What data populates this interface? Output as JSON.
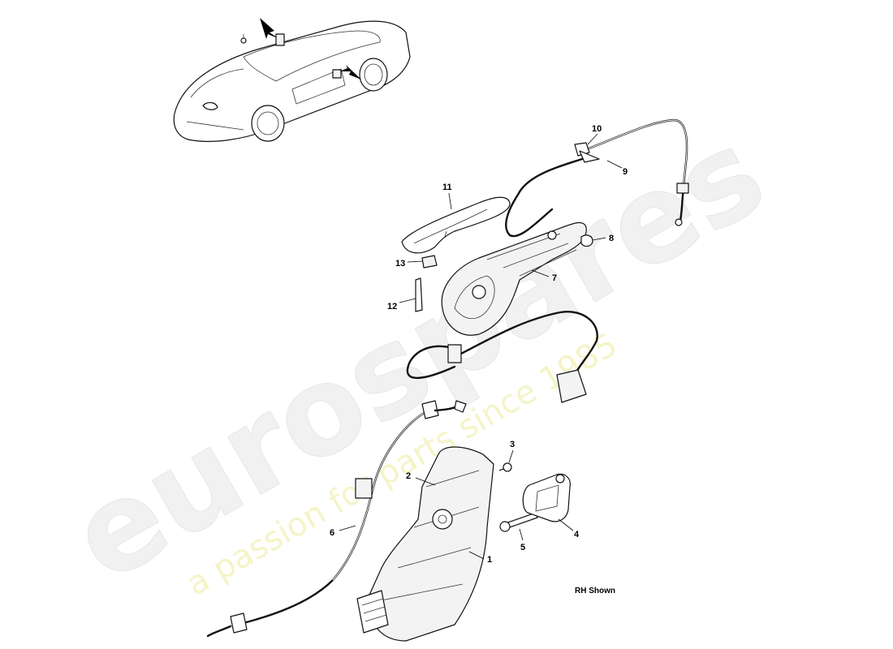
{
  "diagram": {
    "watermark": {
      "brand": "eurospares",
      "tagline": "a passion for parts since 1985"
    },
    "note": "RH Shown",
    "callouts": [
      {
        "id": "1",
        "label": "1"
      },
      {
        "id": "2",
        "label": "2"
      },
      {
        "id": "3",
        "label": "3"
      },
      {
        "id": "4",
        "label": "4"
      },
      {
        "id": "5",
        "label": "5"
      },
      {
        "id": "6",
        "label": "6"
      },
      {
        "id": "7",
        "label": "7"
      },
      {
        "id": "8",
        "label": "8"
      },
      {
        "id": "9",
        "label": "9"
      },
      {
        "id": "10",
        "label": "10"
      },
      {
        "id": "11",
        "label": "11"
      },
      {
        "id": "12",
        "label": "12"
      },
      {
        "id": "13",
        "label": "13"
      }
    ]
  }
}
